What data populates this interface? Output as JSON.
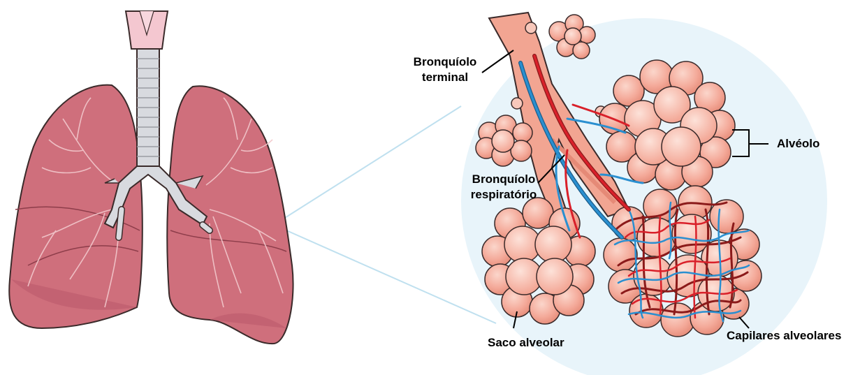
{
  "labels": {
    "bronquiolo_terminal": [
      "Bronquíolo",
      "terminal"
    ],
    "alveolo": "Alvéolo",
    "bronquiolo_respiratorio": [
      "Bronquíolo",
      "respiratório"
    ],
    "saco_alveolar": "Saco alveolar",
    "capilares_alveolares": "Capilares alveolares"
  },
  "colors": {
    "lung_fill": "#cf6f7c",
    "lung_dark": "#a64a58",
    "lung_branch": "#f2c8cc",
    "trachea": "#d8dadf",
    "larynx": "#f4c7d0",
    "zoom_circle": "#e8f4fa",
    "alveolus": "#f4aa9a",
    "alveolus_light": "#f8c8bb",
    "alveolus_dark": "#e58a77",
    "artery": "#d9202a",
    "vein": "#2a8fd0",
    "capillary_dark": "#8b1a1a",
    "outline": "#3a2a2a"
  }
}
